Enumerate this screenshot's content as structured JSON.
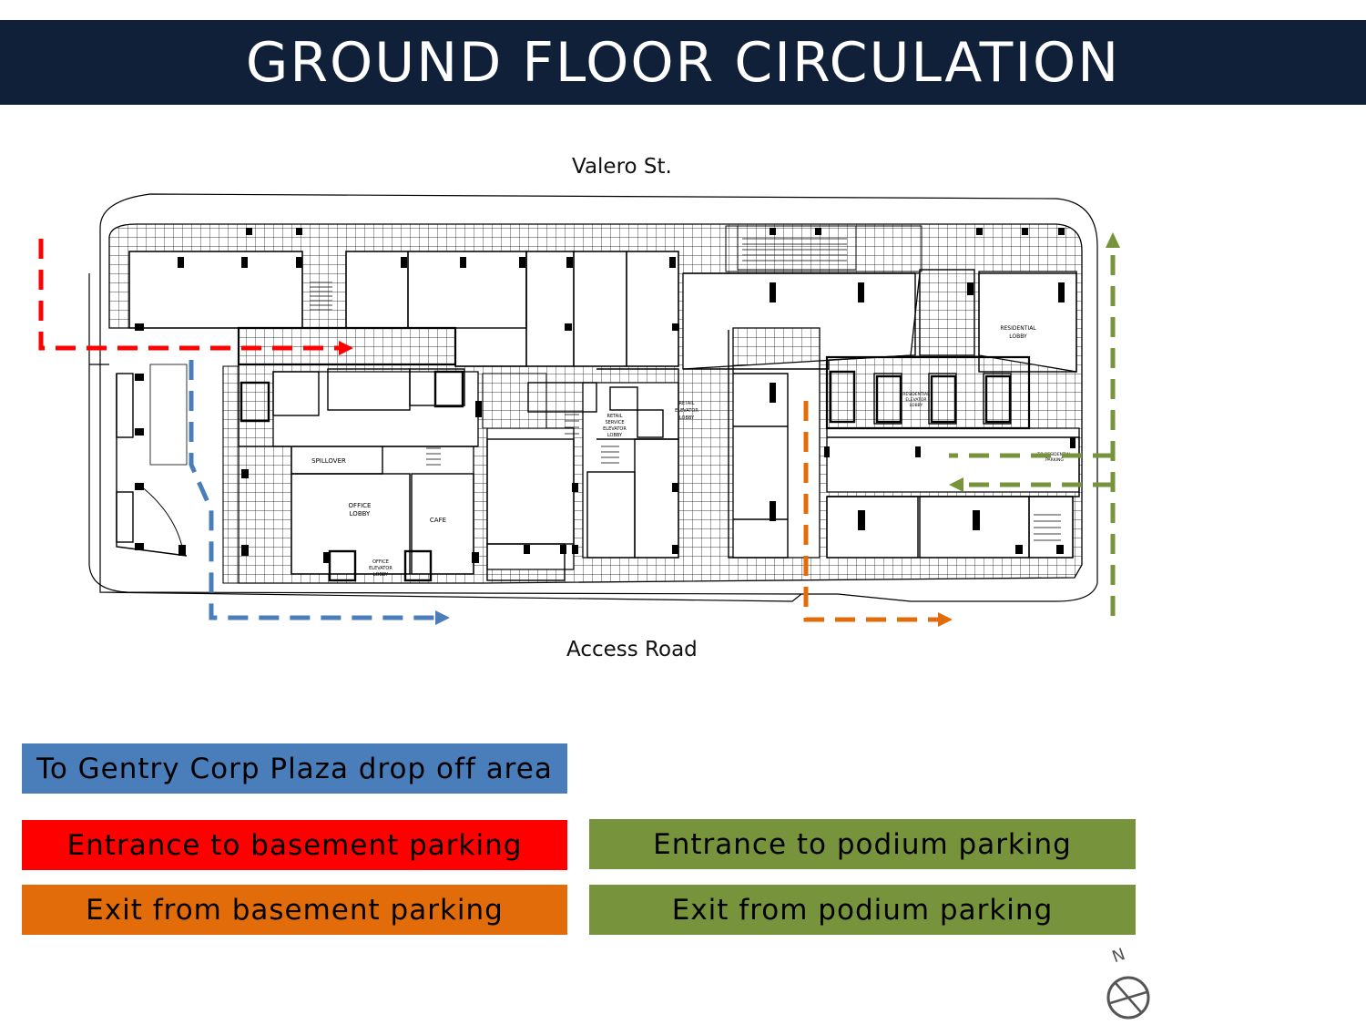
{
  "title": "GROUND FLOOR CIRCULATION",
  "streets": {
    "north": "Valero St.",
    "south": "Access Road"
  },
  "room_labels": {
    "spillover": "SPILLOVER",
    "office_lobby_1": "OFFICE",
    "office_lobby_2": "LOBBY",
    "cafe": "CAFE",
    "office_elev_1": "OFFICE",
    "office_elev_2": "ELEVATOR",
    "office_elev_3": "LOBBY",
    "retail_elev_1": "RETAIL",
    "retail_elev_2": "ELEVATOR",
    "retail_elev_3": "LOBBY",
    "retail_service_1": "RETAIL",
    "retail_service_2": "SERVICE",
    "retail_service_3": "ELEVATOR",
    "retail_service_4": "LOBBY",
    "residential_lobby_1": "RESIDENTIAL",
    "residential_lobby_2": "LOBBY",
    "residential_elev_1": "RESIDENTIAL",
    "residential_elev_2": "ELEVATOR",
    "residential_elev_3": "LOBBY",
    "to_residential_1": "TO RESIDENTIAL",
    "to_residential_2": "PARKING"
  },
  "legend": [
    {
      "label": "To Gentry Corp Plaza drop off area",
      "color": "#4A7EBB"
    },
    {
      "label": "Entrance to basement parking",
      "color": "#FF0000"
    },
    {
      "label": "Exit from basement parking",
      "color": "#E36C0A"
    },
    {
      "label": "Entrance to podium parking",
      "color": "#77933C"
    },
    {
      "label": "Exit from podium parking",
      "color": "#77933C"
    }
  ],
  "compass_letter": "N"
}
